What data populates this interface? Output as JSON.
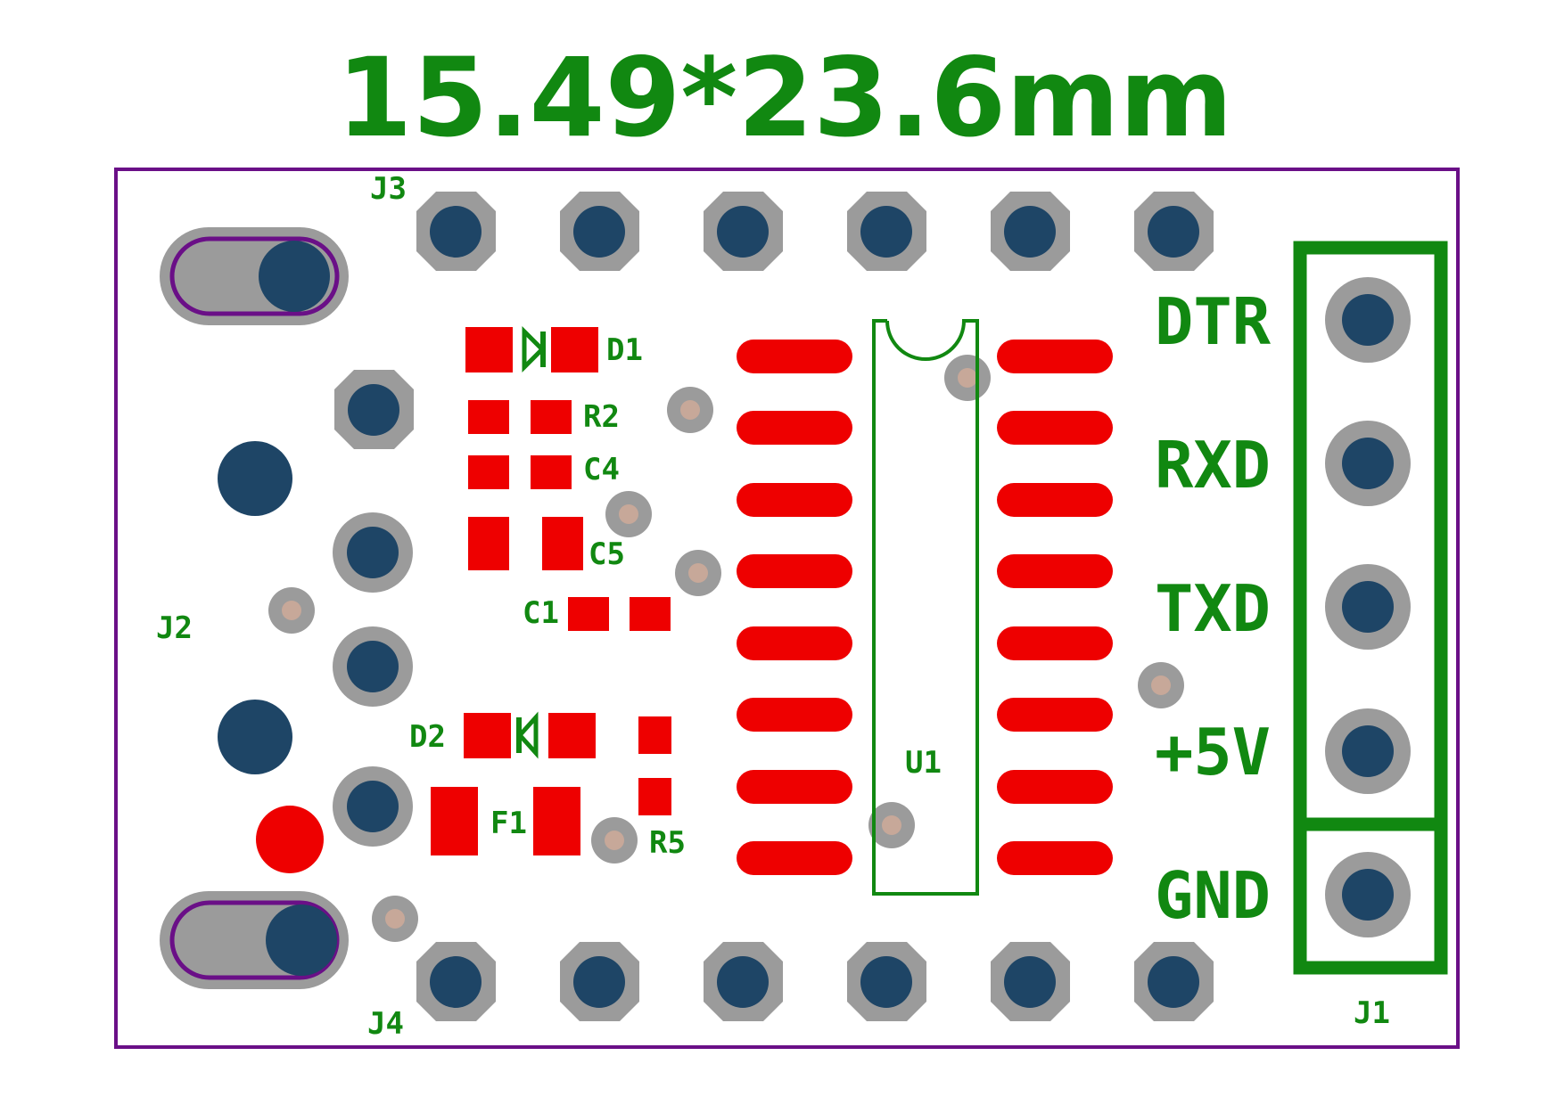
{
  "title": "15.49*23.6mm",
  "colors": {
    "silkscreen": "#118811",
    "outline": "#6a0f87",
    "copper_pad": "#ee0000",
    "drill": "#1e4566",
    "annular_ring": "#9b9b9b",
    "via_core": "#c7a899",
    "background": "#ffffff"
  },
  "pin_labels": [
    "DTR",
    "RXD",
    "TXD",
    "+5V",
    "GND"
  ],
  "designators": {
    "j1": "J1",
    "j2": "J2",
    "j3": "J3",
    "j4": "J4",
    "u1": "U1",
    "d1": "D1",
    "d2": "D2",
    "r2": "R2",
    "r5": "R5",
    "c1": "C1",
    "c4": "C4",
    "c5": "C5",
    "f1": "F1"
  }
}
